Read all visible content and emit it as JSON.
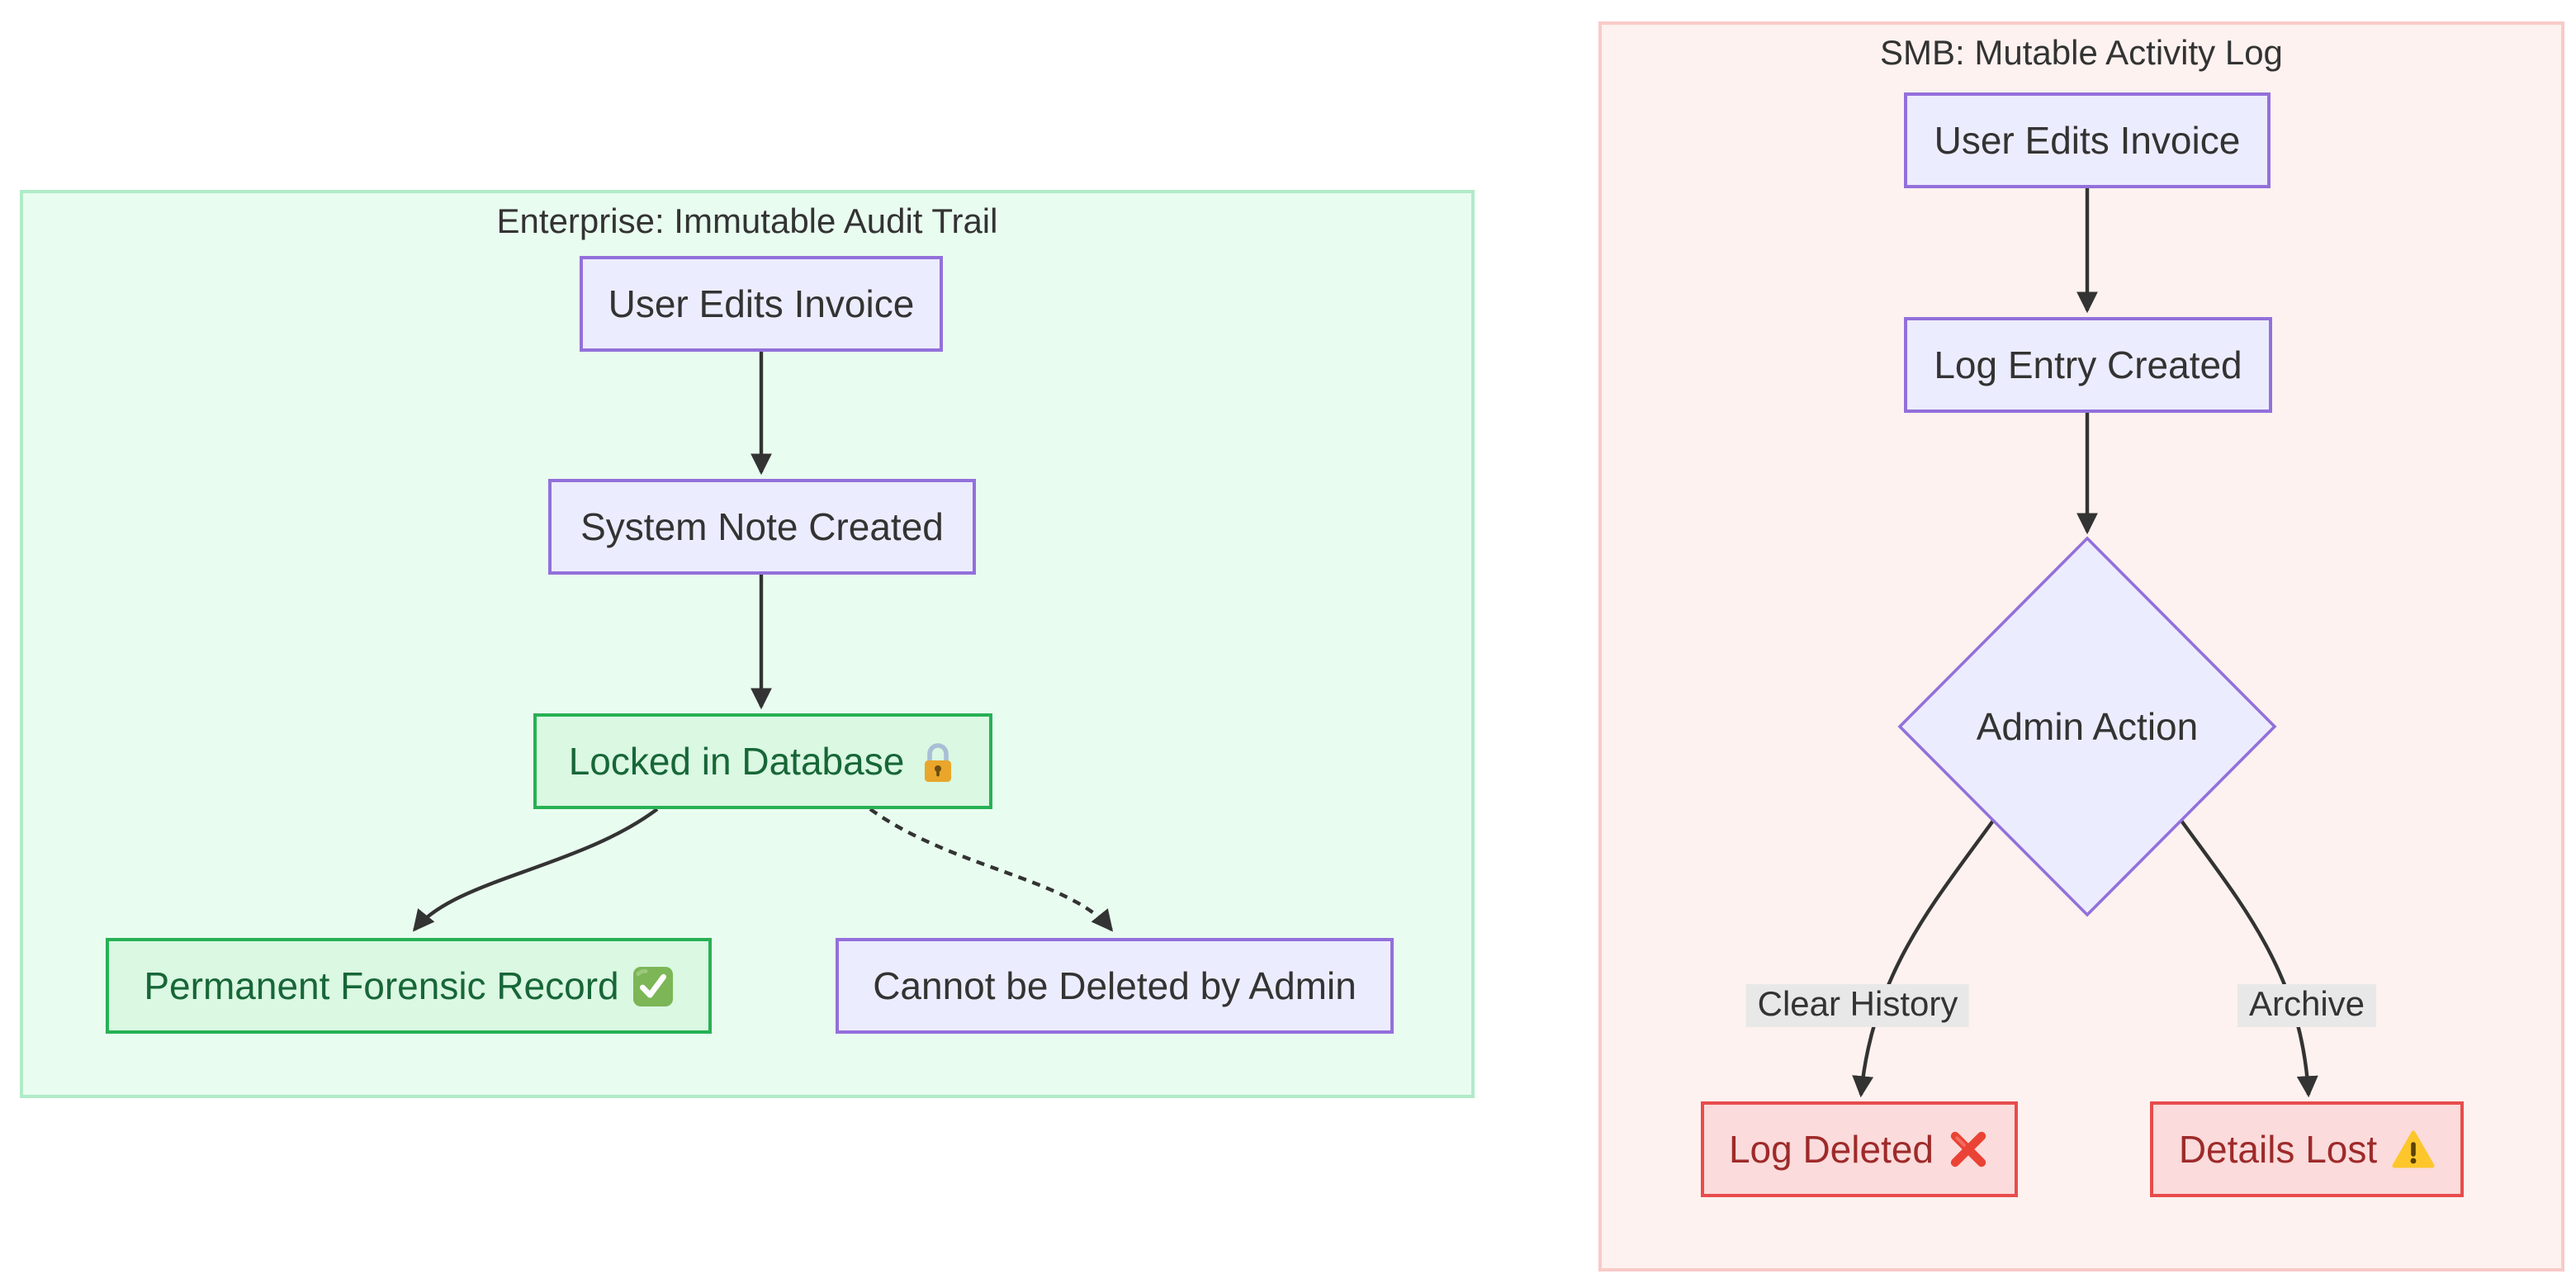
{
  "diagram": {
    "type": "flowchart",
    "subgraphs": [
      {
        "id": "enterprise",
        "title": "Enterprise: Immutable Audit Trail",
        "background": "#e9fcf0",
        "border": "#b0ebc8"
      },
      {
        "id": "smb",
        "title": "SMB: Mutable Activity Log",
        "background": "#fdf2ef",
        "border": "#f9cac8"
      }
    ],
    "nodes": [
      {
        "id": "ent-user-edits-invoice",
        "label": "User Edits Invoice",
        "shape": "rect",
        "style": "lavender"
      },
      {
        "id": "ent-system-note-created",
        "label": "System Note Created",
        "shape": "rect",
        "style": "lavender"
      },
      {
        "id": "ent-locked-in-database",
        "label": "Locked in Database",
        "shape": "rect",
        "style": "green",
        "icon": "lock-icon"
      },
      {
        "id": "ent-permanent-forensic-record",
        "label": "Permanent Forensic Record",
        "shape": "rect",
        "style": "green",
        "icon": "check-mark-icon"
      },
      {
        "id": "ent-cannot-be-deleted-by-admin",
        "label": "Cannot be Deleted by Admin",
        "shape": "rect",
        "style": "lavender"
      },
      {
        "id": "smb-user-edits-invoice",
        "label": "User Edits Invoice",
        "shape": "rect",
        "style": "lavender"
      },
      {
        "id": "smb-log-entry-created",
        "label": "Log Entry Created",
        "shape": "rect",
        "style": "lavender"
      },
      {
        "id": "smb-admin-action",
        "label": "Admin Action",
        "shape": "diamond",
        "style": "lavender"
      },
      {
        "id": "smb-log-deleted",
        "label": "Log Deleted",
        "shape": "rect",
        "style": "red",
        "icon": "cross-mark-icon"
      },
      {
        "id": "smb-details-lost",
        "label": "Details Lost",
        "shape": "rect",
        "style": "red",
        "icon": "warning-icon"
      }
    ],
    "edges": [
      {
        "from": "ent-user-edits-invoice",
        "to": "ent-system-note-created",
        "style": "solid"
      },
      {
        "from": "ent-system-note-created",
        "to": "ent-locked-in-database",
        "style": "solid"
      },
      {
        "from": "ent-locked-in-database",
        "to": "ent-permanent-forensic-record",
        "style": "solid"
      },
      {
        "from": "ent-locked-in-database",
        "to": "ent-cannot-be-deleted-by-admin",
        "style": "dotted"
      },
      {
        "from": "smb-user-edits-invoice",
        "to": "smb-log-entry-created",
        "style": "solid"
      },
      {
        "from": "smb-log-entry-created",
        "to": "smb-admin-action",
        "style": "solid"
      },
      {
        "from": "smb-admin-action",
        "to": "smb-log-deleted",
        "style": "solid",
        "label": "Clear History"
      },
      {
        "from": "smb-admin-action",
        "to": "smb-details-lost",
        "style": "solid",
        "label": "Archive"
      }
    ],
    "edge_labels": [
      {
        "text": "Clear History"
      },
      {
        "text": "Archive"
      }
    ],
    "colors": {
      "edge": "#333333",
      "text": "#333333",
      "lavender_fill": "#ECECFF",
      "lavender_border": "#9370DB",
      "green_fill": "#daf8e2",
      "green_border": "#27b154",
      "green_text": "#176637",
      "red_fill": "#fbdbdb",
      "red_border": "#e84c4c",
      "red_text": "#9e2a2a",
      "enterprise_bg": "#e9fcf0",
      "enterprise_border": "#b0ebc8",
      "smb_bg": "#fdf2ef",
      "smb_border": "#f9cac8",
      "edge_label_bg": "#e8e8e8",
      "page_bg": "#ffffff"
    }
  }
}
